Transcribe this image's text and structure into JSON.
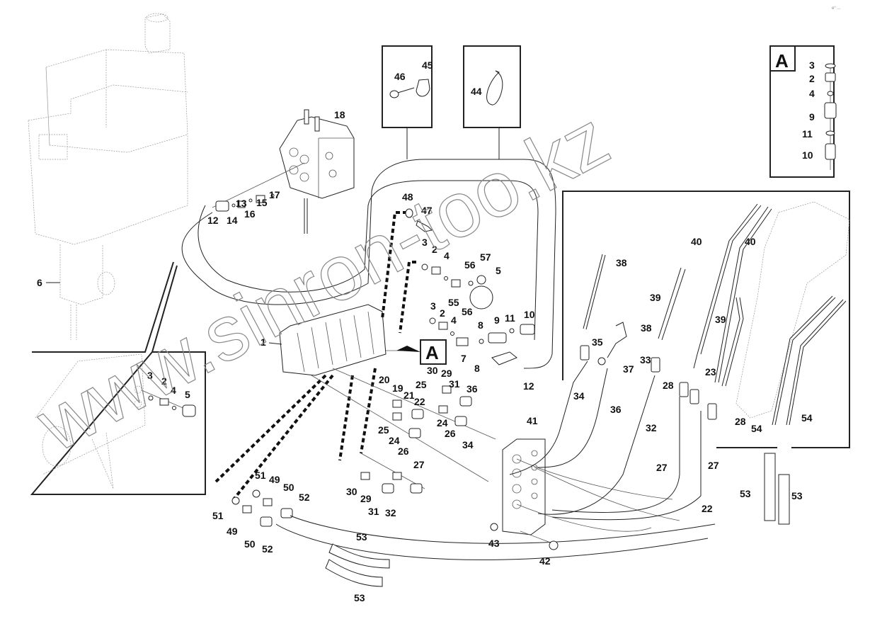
{
  "corner_code": "e° ...",
  "watermark": "www.sinron-too.kz",
  "detail_view_letter": "A",
  "callout_letter": "A",
  "inset_A_labels": [
    "3",
    "2",
    "4",
    "9",
    "11",
    "10"
  ],
  "inset_clamp_labels": [
    "46",
    "45"
  ],
  "inset_tie_labels": [
    "44"
  ],
  "inset_tank_labels": [
    "3",
    "2",
    "4",
    "5"
  ],
  "tank_labels": [
    "6"
  ],
  "valve_labels": [
    "18",
    "12",
    "14",
    "13",
    "16",
    "15",
    "17"
  ],
  "valve_block_labels": [
    "1"
  ],
  "center_labels": [
    "48",
    "47",
    "3",
    "2",
    "4",
    "56",
    "57",
    "5",
    "55",
    "56",
    "3",
    "2",
    "4",
    "8",
    "9",
    "11",
    "10",
    "7",
    "8",
    "12"
  ],
  "lower_center_labels": [
    "30",
    "29",
    "31",
    "36",
    "20",
    "19",
    "21",
    "22",
    "25",
    "24",
    "26",
    "34",
    "25",
    "24",
    "26",
    "27",
    "30",
    "29",
    "31",
    "32"
  ],
  "lower_left_labels": [
    "51",
    "49",
    "50",
    "52",
    "51",
    "49",
    "50",
    "52",
    "53",
    "53"
  ],
  "manifold_labels": [
    "41",
    "43",
    "42"
  ],
  "right_panel_labels": [
    "38",
    "40",
    "40",
    "39",
    "38",
    "39",
    "35",
    "37",
    "33",
    "28",
    "23",
    "28",
    "34",
    "36",
    "32",
    "27",
    "27",
    "22",
    "54",
    "54",
    "53",
    "53"
  ]
}
